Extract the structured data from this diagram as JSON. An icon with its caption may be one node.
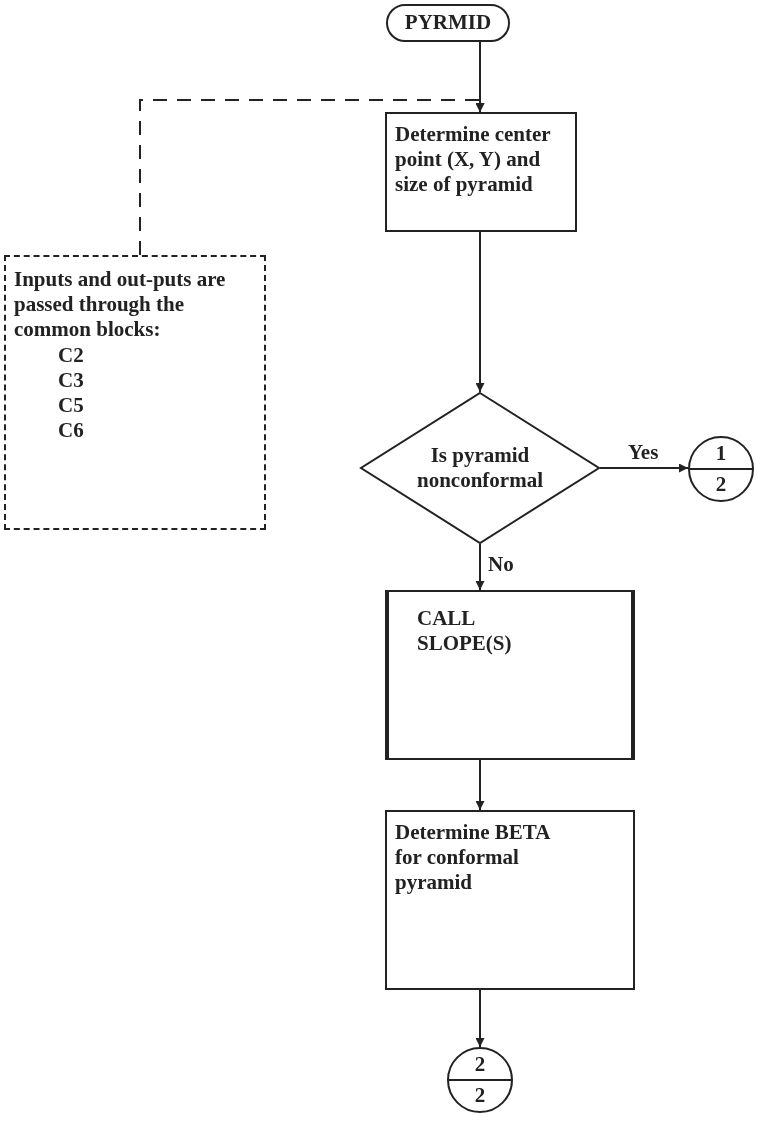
{
  "diagram": {
    "nodes": [
      {
        "text": [
          "PYRMID"
        ]
      },
      {
        "text": [
          "Determine center point (X, Y) and size of pyramid"
        ]
      },
      {
        "text": [
          "Inputs and out-puts are passed through the common blocks:",
          "C2",
          "C3",
          "C5",
          "C6"
        ]
      },
      {
        "text": [
          "Is pyramid nonconformal"
        ]
      },
      {
        "text": [
          "1",
          "2"
        ]
      },
      {
        "text": [
          "CALL SLOPE(S)"
        ]
      },
      {
        "text": [
          "Determine BETA for conformal pyramid"
        ]
      },
      {
        "text": [
          "2",
          "2"
        ]
      }
    ],
    "edges": [
      {
        "from": 0,
        "to": 1,
        "arrow": "to"
      },
      {
        "from": 2,
        "to": 1,
        "arrow": "to",
        "style": "dashed"
      },
      {
        "from": 1,
        "to": 3,
        "arrow": "to"
      },
      {
        "from": 3,
        "to": 4,
        "arrow": "to",
        "label": "Yes"
      },
      {
        "from": 3,
        "to": 5,
        "arrow": "to",
        "label": "No"
      },
      {
        "from": 5,
        "to": 6,
        "arrow": "to"
      },
      {
        "from": 6,
        "to": 7,
        "arrow": "to"
      }
    ]
  }
}
